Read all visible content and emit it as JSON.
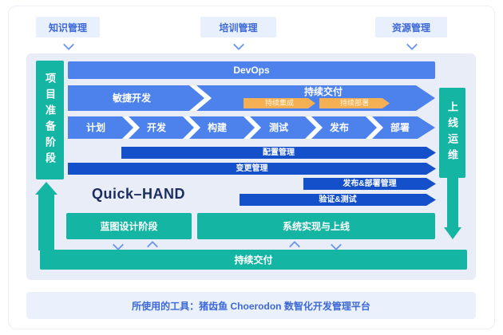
{
  "top_nav": {
    "items": [
      {
        "label": "知识管理"
      },
      {
        "label": "培训管理"
      },
      {
        "label": "资源管理"
      }
    ]
  },
  "diagram": {
    "left_phase_label": "项目准备阶段",
    "right_phase_label": "上线运维",
    "devops_label": "DevOps",
    "agile_label": "敏捷开发",
    "continuous_delivery_label": "持续交付",
    "continuous_integration_label": "持续集成",
    "continuous_deployment_label": "持续部署",
    "steps": [
      "计划",
      "开发",
      "构建",
      "测试",
      "发布",
      "部署"
    ],
    "config_management_label": "配置管理",
    "change_management_label": "变更管理",
    "release_deploy_management_label": "发布&部署管理",
    "verify_test_label": "验证&测试",
    "brand_label": "Quick–HAND",
    "blueprint_phase_label": "蓝图设计阶段",
    "implementation_label": "系统实现与上线",
    "bottom_delivery_label": "持续交付"
  },
  "footer": {
    "text": "所使用的工具：猪齿鱼 Choerodon 数智化开发管理平台"
  },
  "colors": {
    "teal": "#14b5a3",
    "blue": "#4d82ec",
    "dark_blue": "#1550cb",
    "orange": "#f5b053",
    "link_blue": "#3c68d8",
    "panel_bg": "#e9edf8",
    "brand_navy": "#1b2d5e"
  }
}
